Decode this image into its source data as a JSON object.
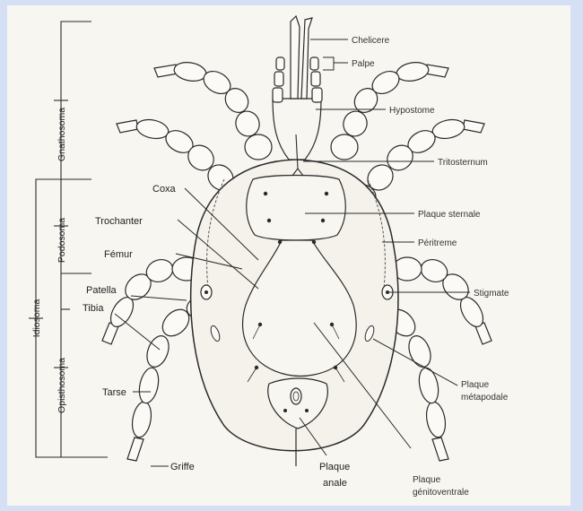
{
  "labels": {
    "chelicere": "Chelicere",
    "palpe": "Palpe",
    "hypostome": "Hypostome",
    "tritosternum": "Tritosternum",
    "plaque_sternale": "Plaque sternale",
    "peritreme": "Péritreme",
    "stigmate": "Stigmate",
    "plaque_metapodale_1": "Plaque",
    "plaque_metapodale_2": "métapodale",
    "plaque_genitoventrale_1": "Plaque",
    "plaque_genitoventrale_2": "génitoventrale",
    "plaque_anale_1": "Plaque",
    "plaque_anale_2": "anale",
    "griffe": "Griffe",
    "tarse": "Tarse",
    "tibia": "Tibia",
    "patella": "Patella",
    "femur": "Fémur",
    "trochanter": "Trochanter",
    "coxa": "Coxa"
  },
  "regions": {
    "gnathosoma": "Gnathosoma",
    "podosoma": "Podosoma",
    "opisthosoma": "Opisthosoma",
    "idiosoma": "Idiosoma"
  },
  "colors": {
    "background": "#d6e0f4",
    "paper": "#f7f6f1",
    "ink": "#2a2a2a"
  }
}
